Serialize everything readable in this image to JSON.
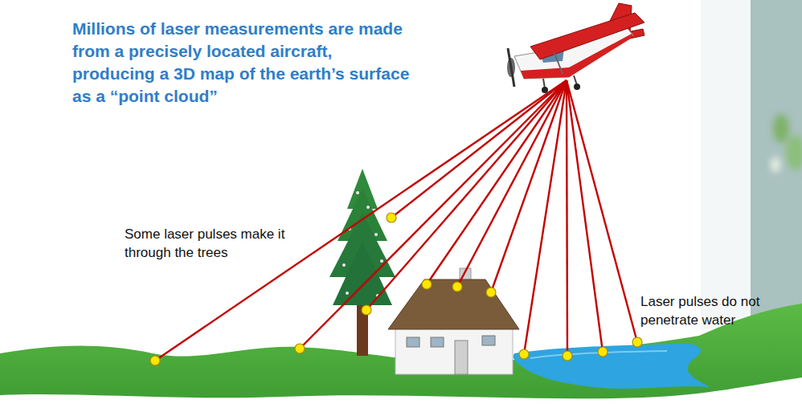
{
  "diagram": {
    "title": "Millions of laser measurements are made from a precisely located aircraft, producing a 3D map of the earth’s surface as a “point cloud”",
    "labels": [
      "Some laser pulses make it through the trees",
      "Laser pulses do not penetrate water"
    ]
  }
}
